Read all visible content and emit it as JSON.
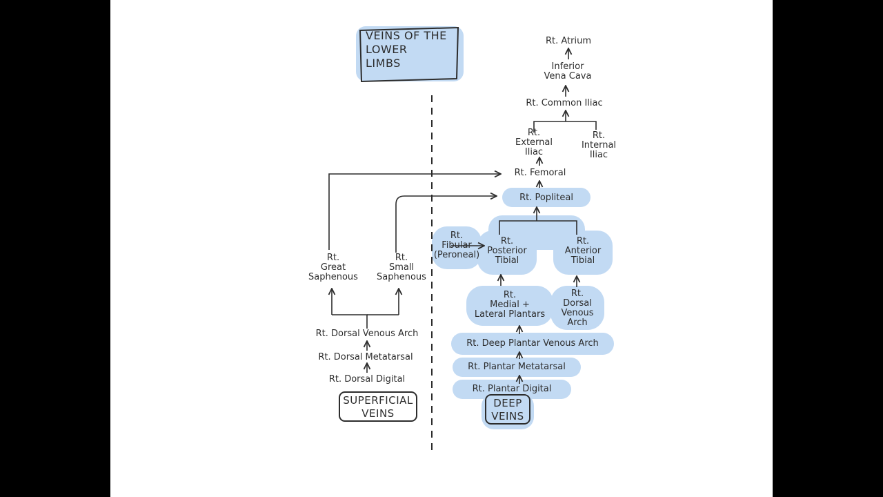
{
  "diagram": {
    "title": "VEINS OF THE\nLOWER\nLIMBS",
    "superficial_header": "SUPERFICIAL\nVEINS",
    "deep_header": "DEEP\nVEINS",
    "highlight_color": "#c2daf3",
    "ink_color": "#2c2c2c",
    "superficial": {
      "dorsal_digital": "Rt. Dorsal Digital",
      "dorsal_metatarsal": "Rt. Dorsal Metatarsal",
      "dorsal_venous_arch": "Rt. Dorsal Venous Arch",
      "great_saphenous": "Rt.\nGreat\nSaphenous",
      "small_saphenous": "Rt.\nSmall\nSaphenous"
    },
    "deep": {
      "plantar_digital": "Rt. Plantar Digital",
      "plantar_metatarsal": "Rt. Plantar Metatarsal",
      "deep_plantar_venous_arch": "Rt. Deep Plantar Venous Arch",
      "medial_lateral_plantars": "Rt.\nMedial +\nLateral Plantars",
      "dorsal_venous_arch": "Rt.\nDorsal\nVenous\nArch",
      "fibular": "Rt.\nFibular\n(Peroneal)",
      "posterior_tibial": "Rt.\nPosterior\nTibial",
      "anterior_tibial": "Rt.\nAnterior\nTibial",
      "popliteal": "Rt. Popliteal",
      "femoral": "Rt. Femoral",
      "external_iliac": "Rt.\nExternal\nIliac",
      "internal_iliac": "Rt.\nInternal\nIliac",
      "common_iliac": "Rt. Common Iliac",
      "inferior_vena_cava": "Inferior\nVena Cava",
      "atrium": "Rt. Atrium"
    }
  }
}
